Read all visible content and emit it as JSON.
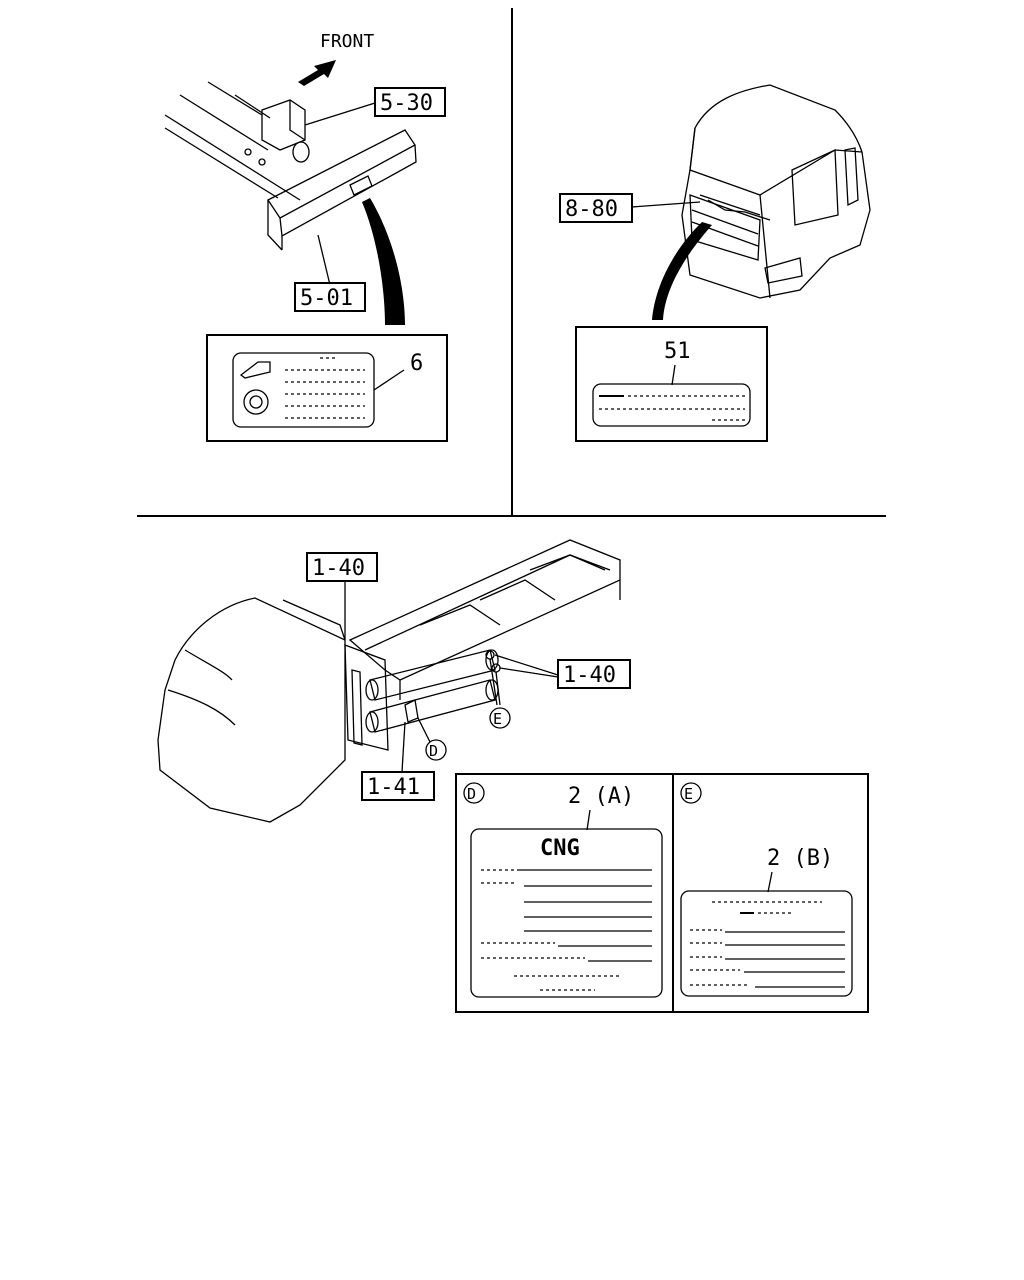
{
  "direction_label": "FRONT",
  "callouts": {
    "c_5_30": "5-30",
    "c_5_01": "5-01",
    "c_6": "6",
    "c_8_80": "8-80",
    "c_51": "51",
    "c_1_40_top": "1-40",
    "c_1_40_right": "1-40",
    "c_1_41": "1-41",
    "c_2a": "2 (A)",
    "c_2b": "2 (B)"
  },
  "view_markers": {
    "d": "D",
    "e": "E"
  },
  "labels": {
    "cng_title": "CNG"
  }
}
